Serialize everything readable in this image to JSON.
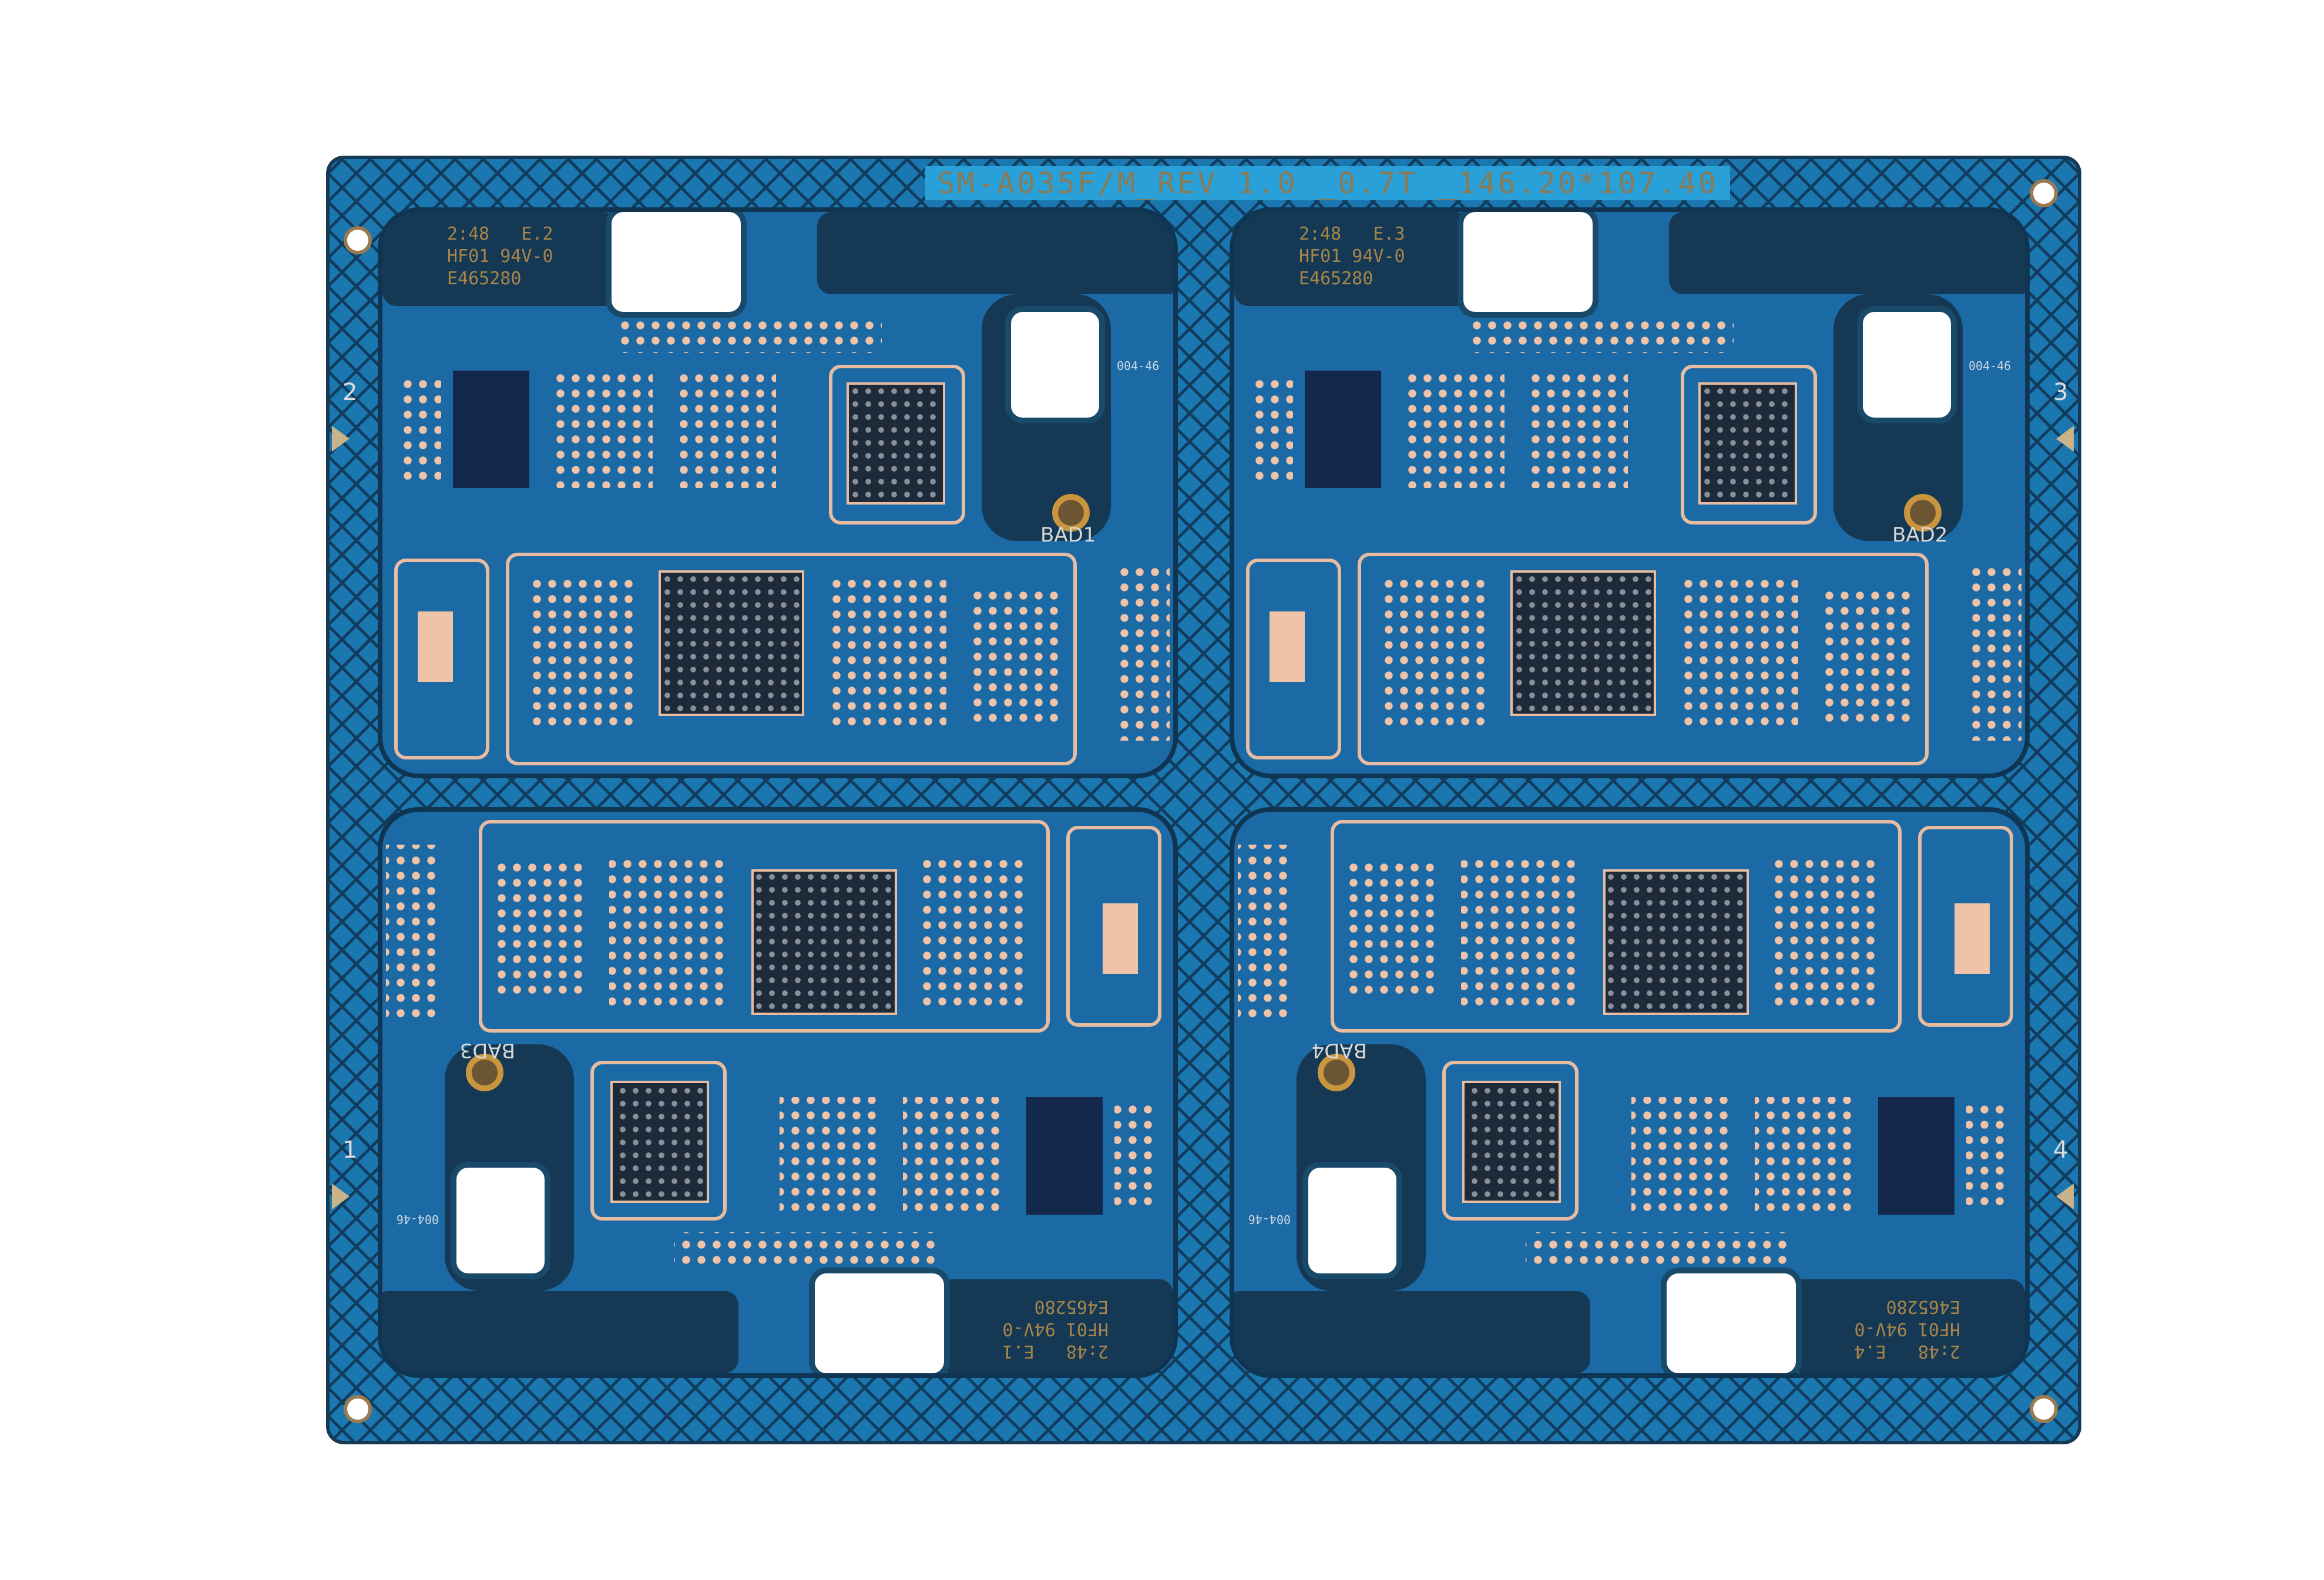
{
  "panel": {
    "title": "SM-A035F/M_REV 1.0 _0.7T _146.20*107.40",
    "corner_numbers": [
      "2",
      "3",
      "1",
      "4"
    ]
  },
  "boards": [
    {
      "date_code": "2:48",
      "edition": "E.2",
      "material": "HF01 94V-0",
      "ul_file": "E465280",
      "bad_label": "BAD1",
      "part_code": "004-46"
    },
    {
      "date_code": "2:48",
      "edition": "E.3",
      "material": "HF01 94V-0",
      "ul_file": "E465280",
      "bad_label": "BAD2",
      "part_code": "004-46"
    },
    {
      "date_code": "2:48",
      "edition": "E.1",
      "material": "HF01 94V-0",
      "ul_file": "E465280",
      "bad_label": "BAD3",
      "part_code": "004-46"
    },
    {
      "date_code": "2:48",
      "edition": "E.4",
      "material": "HF01 94V-0",
      "ul_file": "E465280",
      "bad_label": "BAD4",
      "part_code": "004-46"
    }
  ],
  "colors": {
    "solder_mask": "#1b6aa6",
    "copper": "#efc3a8",
    "substrate": "#153954"
  }
}
